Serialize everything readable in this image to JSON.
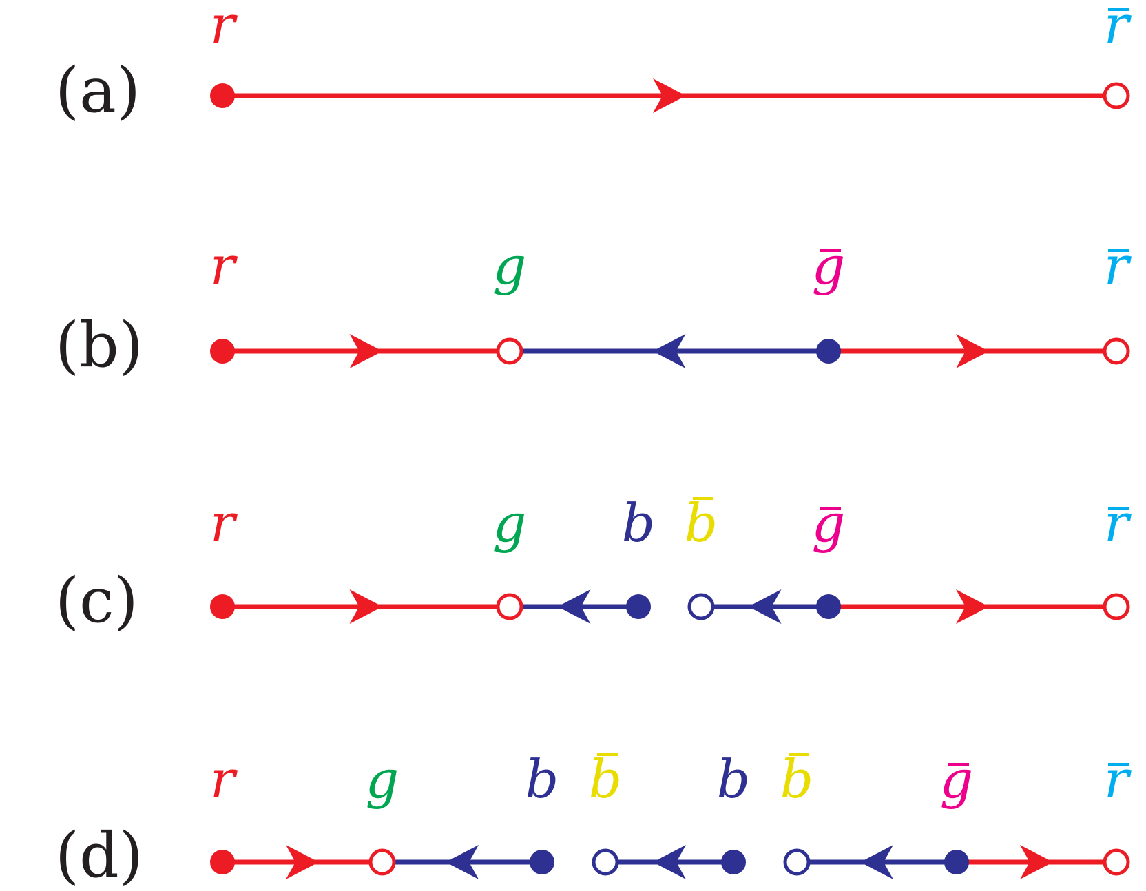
{
  "colors": {
    "red": "#ed1c24",
    "blue": "#2e3192",
    "green": "#00a651",
    "magenta": "#ec008c",
    "yellow": "#e8dc00",
    "cyan": "#00aeef",
    "text": "#231f20"
  },
  "panels": [
    {
      "label": "(a)",
      "nodes": [
        {
          "text": "r",
          "bar": false,
          "color": "red",
          "filled": true
        },
        {
          "text": "r",
          "bar": true,
          "color": "cyan",
          "filled": false
        }
      ],
      "segments": [
        {
          "from": 0,
          "to": 1,
          "color": "red",
          "arrow": "right"
        }
      ]
    },
    {
      "label": "(b)",
      "nodes": [
        {
          "text": "r",
          "bar": false,
          "color": "red",
          "filled": true
        },
        {
          "text": "g",
          "bar": false,
          "color": "green",
          "filled": false
        },
        {
          "text": "g",
          "bar": true,
          "color": "magenta",
          "filled": true
        },
        {
          "text": "r",
          "bar": true,
          "color": "cyan",
          "filled": false
        }
      ],
      "segments": [
        {
          "from": 0,
          "to": 1,
          "color": "red",
          "arrow": "right"
        },
        {
          "from": 1,
          "to": 2,
          "color": "blue",
          "arrow": "left"
        },
        {
          "from": 2,
          "to": 3,
          "color": "red",
          "arrow": "right"
        }
      ]
    },
    {
      "label": "(c)",
      "nodes": [
        {
          "text": "r",
          "bar": false,
          "color": "red",
          "filled": true
        },
        {
          "text": "g",
          "bar": false,
          "color": "green",
          "filled": false
        },
        {
          "text": "b",
          "bar": false,
          "color": "blue",
          "filled": true
        },
        {
          "text": "b",
          "bar": true,
          "color": "yellow",
          "filled": false
        },
        {
          "text": "g",
          "bar": true,
          "color": "magenta",
          "filled": true
        },
        {
          "text": "r",
          "bar": true,
          "color": "cyan",
          "filled": false
        }
      ],
      "segments": [
        {
          "from": 0,
          "to": 1,
          "color": "red",
          "arrow": "right"
        },
        {
          "from": 1,
          "to": 2,
          "color": "blue",
          "arrow": "left"
        },
        {
          "from": 3,
          "to": 4,
          "color": "blue",
          "arrow": "left"
        },
        {
          "from": 4,
          "to": 5,
          "color": "red",
          "arrow": "right"
        }
      ]
    },
    {
      "label": "(d)",
      "nodes": [
        {
          "text": "r",
          "bar": false,
          "color": "red",
          "filled": true
        },
        {
          "text": "g",
          "bar": false,
          "color": "green",
          "filled": false
        },
        {
          "text": "b",
          "bar": false,
          "color": "blue",
          "filled": true
        },
        {
          "text": "b",
          "bar": true,
          "color": "yellow",
          "filled": false
        },
        {
          "text": "b",
          "bar": false,
          "color": "blue",
          "filled": true
        },
        {
          "text": "b",
          "bar": true,
          "color": "yellow",
          "filled": false
        },
        {
          "text": "g",
          "bar": true,
          "color": "magenta",
          "filled": true
        },
        {
          "text": "r",
          "bar": true,
          "color": "cyan",
          "filled": false
        }
      ],
      "segments": [
        {
          "from": 0,
          "to": 1,
          "color": "red",
          "arrow": "right"
        },
        {
          "from": 1,
          "to": 2,
          "color": "blue",
          "arrow": "left"
        },
        {
          "from": 3,
          "to": 4,
          "color": "blue",
          "arrow": "left"
        },
        {
          "from": 5,
          "to": 6,
          "color": "blue",
          "arrow": "left"
        },
        {
          "from": 6,
          "to": 7,
          "color": "red",
          "arrow": "right"
        }
      ]
    }
  ]
}
